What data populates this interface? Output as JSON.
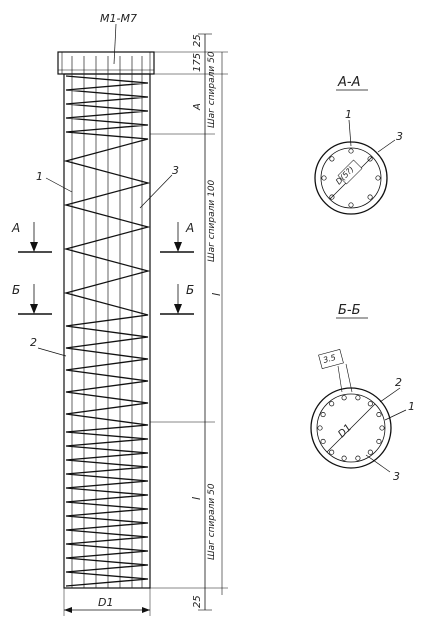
{
  "top_label": "M1-M7",
  "elevation_dims": [
    "25",
    "175",
    "A",
    "l",
    "l",
    "25"
  ],
  "pitch_labels": [
    "Шаг спирали 50",
    "Шаг спирали 100",
    "Шаг спирали 50"
  ],
  "bottom_dim": "D1",
  "callouts": [
    "1",
    "2",
    "3"
  ],
  "section_marks": [
    "A",
    "A",
    "Б",
    "Б"
  ],
  "section_aa": {
    "title": "A-A",
    "callouts": [
      "1",
      "3"
    ],
    "dim": "D(5?)"
  },
  "section_bb": {
    "title": "Б-Б",
    "callouts": [
      "2",
      "1",
      "3"
    ],
    "dim": "D1",
    "small_dim": "3.5"
  }
}
